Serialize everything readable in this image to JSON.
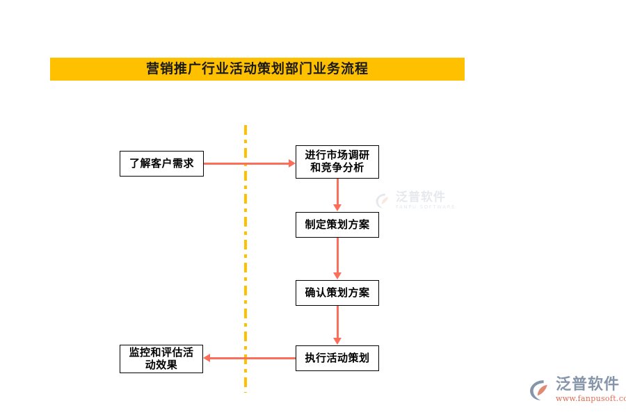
{
  "title": {
    "text": "营销推广行业活动策划部门业务流程",
    "banner_color": "#FFC000",
    "text_color": "#1A1A1A"
  },
  "theme": {
    "arrow_color": "#FA6E5A",
    "divider_color": "#FFC000",
    "node_border_color": "#000000",
    "node_fill_color": "#FFFFFF",
    "background": "#FFFFFF"
  },
  "flowchart": {
    "nodes": [
      {
        "id": "understand-needs",
        "label": "了解客户需求"
      },
      {
        "id": "market-research",
        "label": "进行市场调研\n和竞争分析"
      },
      {
        "id": "make-plan",
        "label": "制定策划方案"
      },
      {
        "id": "confirm-plan",
        "label": "确认策划方案"
      },
      {
        "id": "execute-event",
        "label": "执行活动策划"
      },
      {
        "id": "monitor-evaluate",
        "label": "监控和评估活\n动效果"
      }
    ],
    "connections": [
      {
        "from": "understand-needs",
        "to": "market-research",
        "direction": "right"
      },
      {
        "from": "market-research",
        "to": "make-plan",
        "direction": "down"
      },
      {
        "from": "make-plan",
        "to": "confirm-plan",
        "direction": "down"
      },
      {
        "from": "confirm-plan",
        "to": "execute-event",
        "direction": "down"
      },
      {
        "from": "execute-event",
        "to": "monitor-evaluate",
        "direction": "left"
      }
    ]
  },
  "watermark": {
    "cn": "泛普软件",
    "en": "FANPU SOFTWARE"
  },
  "brand": {
    "cn": "泛普软件",
    "url": "www.fanpusoft.com"
  }
}
